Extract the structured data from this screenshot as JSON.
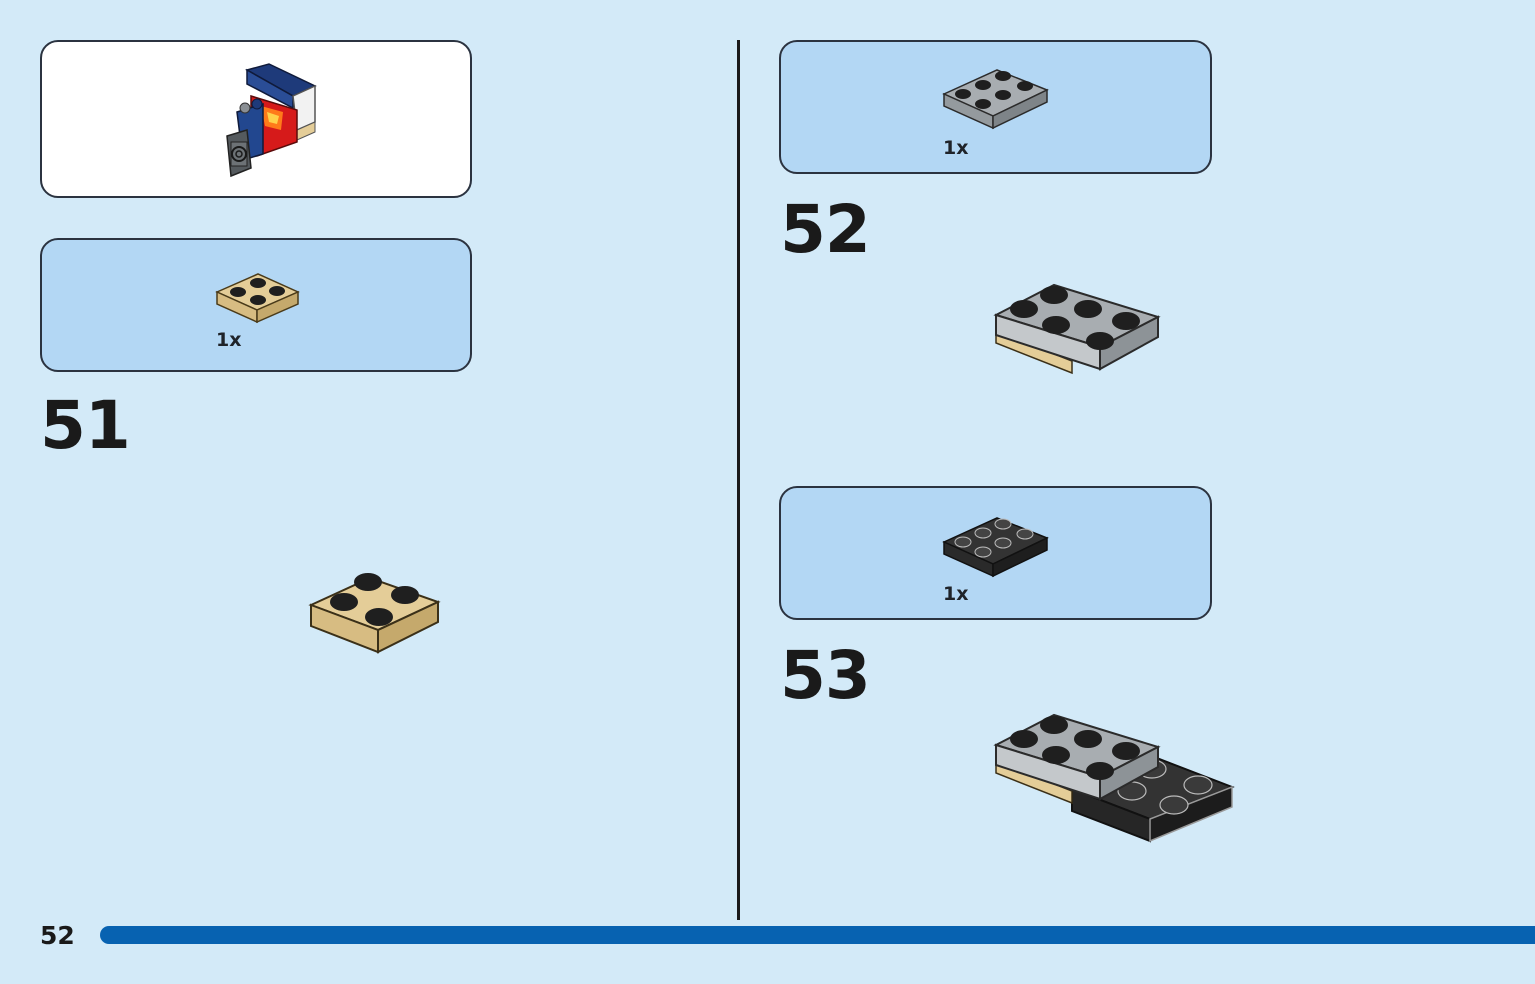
{
  "page": {
    "number": "52"
  },
  "submodel_preview": {
    "icon": "engine-submodel-icon"
  },
  "steps": [
    {
      "number": "51",
      "parts": [
        {
          "qty": "1x",
          "piece": "tan-plate-2x2"
        }
      ]
    },
    {
      "number": "52",
      "parts": [
        {
          "qty": "1x",
          "piece": "light-gray-plate-2x3"
        }
      ]
    },
    {
      "number": "53",
      "parts": [
        {
          "qty": "1x",
          "piece": "black-plate-2x3"
        }
      ]
    }
  ],
  "colors": {
    "background": "#d3eaf8",
    "parts_box": "#b3d7f4",
    "progress_bar": "#0762b1",
    "tan": "#e4cd98",
    "light_gray": "#a0a5a9",
    "black": "#2f2f2f"
  }
}
